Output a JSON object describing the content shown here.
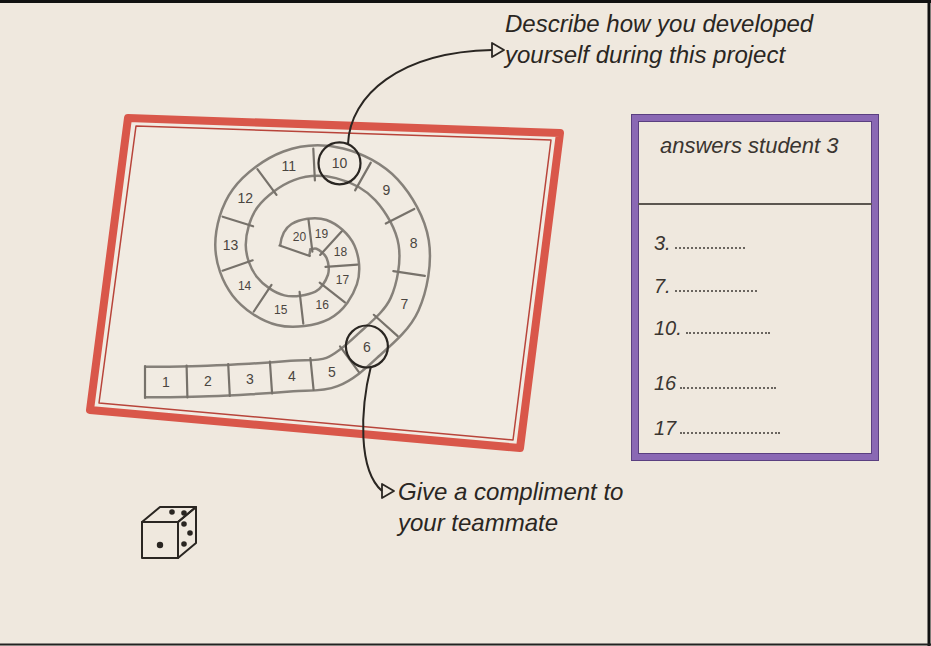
{
  "diagram": {
    "nodes": [
      {
        "text": [
          "answers student 3",
          "3.",
          "7.",
          "10.",
          "16",
          "17"
        ]
      }
    ],
    "labels": [
      "1",
      "2",
      "3",
      "4",
      "5",
      "6",
      "7",
      "8",
      "9",
      "10",
      "11",
      "12",
      "13",
      "14",
      "15",
      "16",
      "17",
      "18",
      "19",
      "20",
      "Describe how you developed yourself during this project",
      "Give a compliment to your teammate"
    ]
  }
}
